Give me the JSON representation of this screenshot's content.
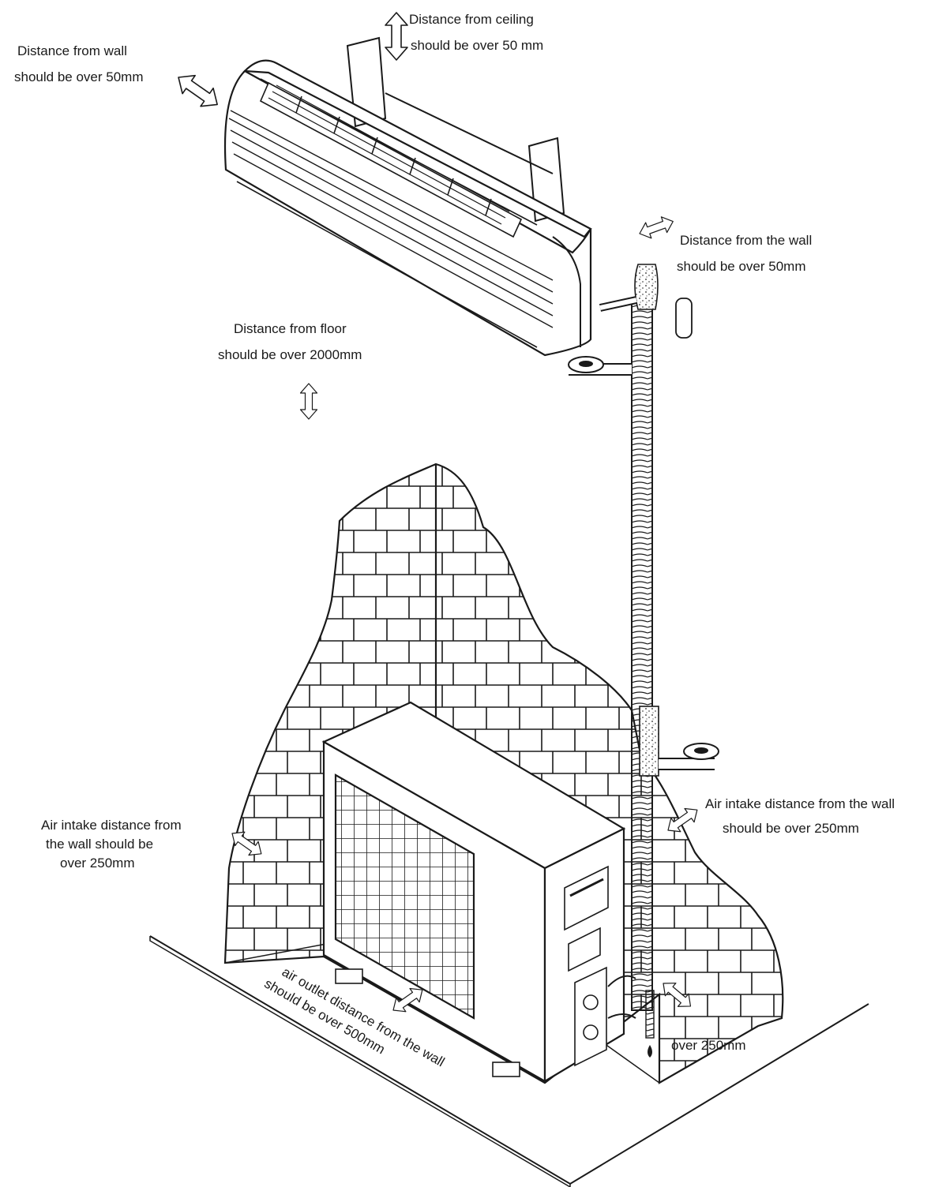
{
  "labels": {
    "ceiling": {
      "line1": "Distance from ceiling",
      "line2": "should be over 50 mm"
    },
    "wall_left": {
      "line1": "Distance from wall",
      "line2": "should be over 50mm"
    },
    "wall_right": {
      "line1": "Distance from the wall",
      "line2": "should be over 50mm"
    },
    "floor": {
      "line1": "Distance from floor",
      "line2": "should be over 2000mm"
    },
    "intake_left": {
      "line1": "Air intake distance from",
      "line2": "the wall should be",
      "line3": "over 250mm"
    },
    "intake_right": {
      "line1": "Air intake distance from  the wall",
      "line2": "should be over 250mm"
    },
    "outlet": {
      "line1": "air outlet distance from the wall",
      "line2": "should be over 500mm"
    },
    "front": {
      "line1": "over 250mm"
    }
  },
  "colors": {
    "line": "#1a1a1a",
    "background": "#ffffff",
    "insulation": "#cfcfcf"
  }
}
